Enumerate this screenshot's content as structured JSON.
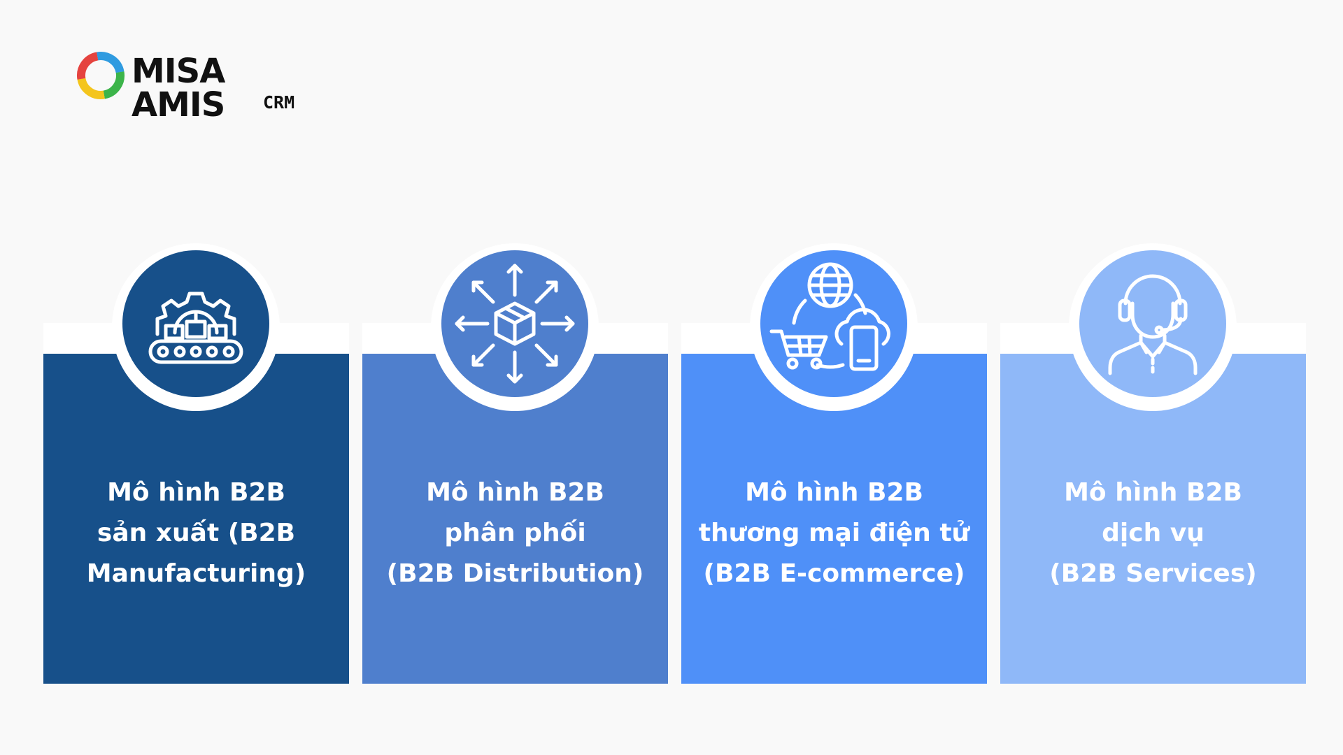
{
  "logo": {
    "name": "MISA AMIS",
    "sub": "CRM"
  },
  "colors": {
    "card1": "#17508a",
    "card2": "#4f7fcd",
    "card3": "#4f90f8",
    "card4": "#8fb8f8"
  },
  "cards": [
    {
      "lines": [
        "Mô hình B2B",
        "sản xuất (B2B",
        "Manufacturing)"
      ],
      "icon": "factory-conveyor-icon"
    },
    {
      "lines": [
        "Mô hình B2B",
        "phân phối",
        "(B2B Distribution)"
      ],
      "icon": "box-distribution-icon"
    },
    {
      "lines": [
        "Mô hình B2B",
        "thương mại điện tử",
        "(B2B E-commerce)"
      ],
      "icon": "ecommerce-globe-cart-icon"
    },
    {
      "lines": [
        "Mô hình B2B",
        "dịch vụ",
        "(B2B Services)"
      ],
      "icon": "customer-service-agent-icon"
    }
  ]
}
